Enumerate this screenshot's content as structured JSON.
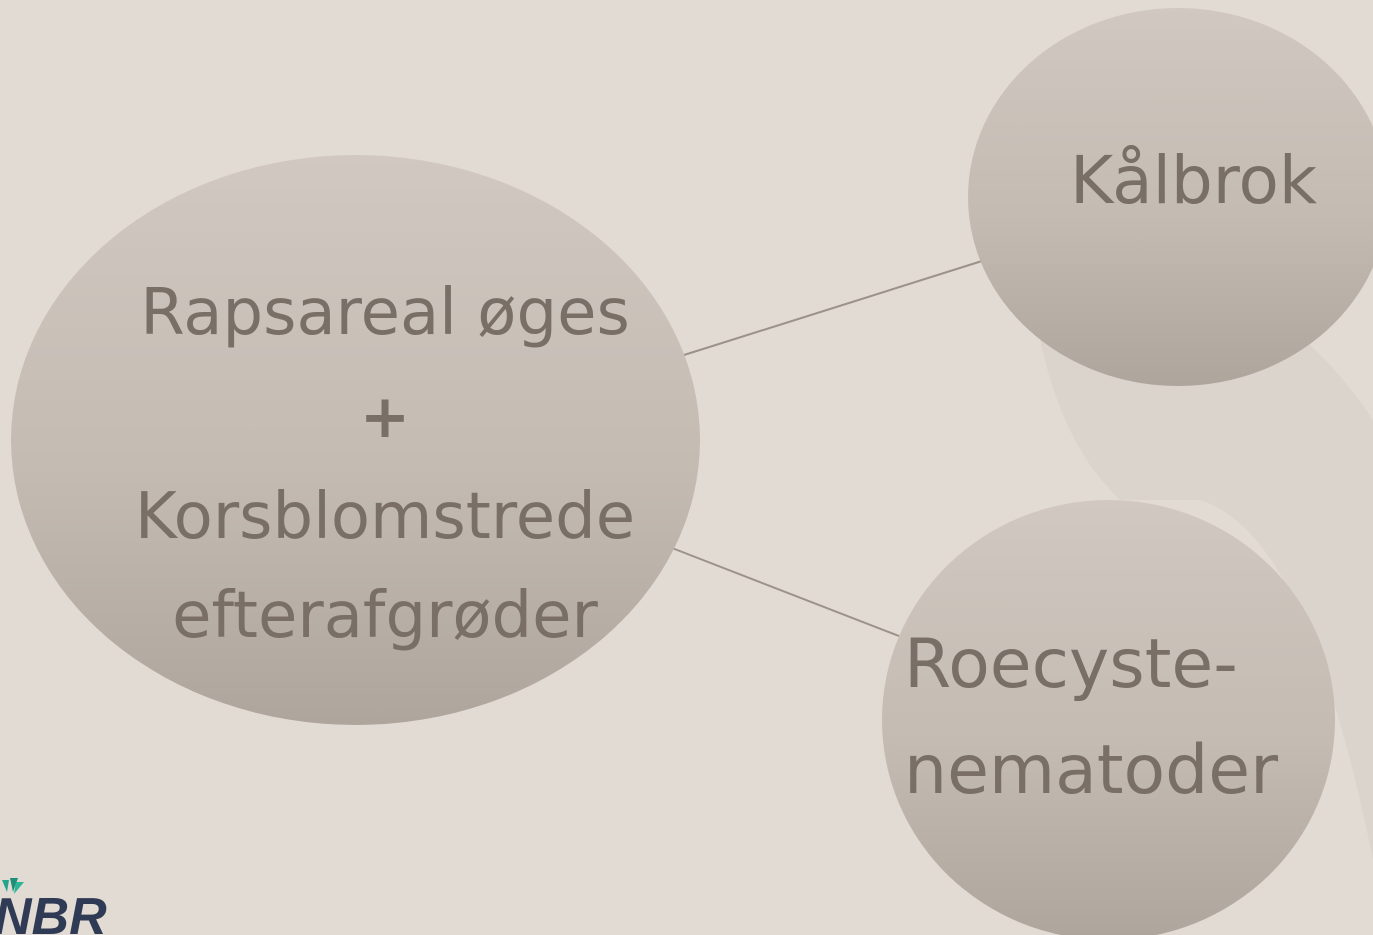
{
  "nodes": {
    "main": {
      "line1": "Rapsareal øges",
      "plus": "+",
      "line2": "Korsblomstrede",
      "line3": "efterafgrøder"
    },
    "top": {
      "label": "Kålbrok"
    },
    "bottom": {
      "line1": "Roecyste-",
      "line2": "nematoder"
    }
  },
  "logo": {
    "text": "NBR"
  },
  "colors": {
    "background": "#e2dbd4",
    "node_fill": "#c4bbb2",
    "text": "#7a6f66",
    "connector": "#9b928a",
    "logo_text": "#2f3b55",
    "logo_accent": "#23a58b"
  }
}
